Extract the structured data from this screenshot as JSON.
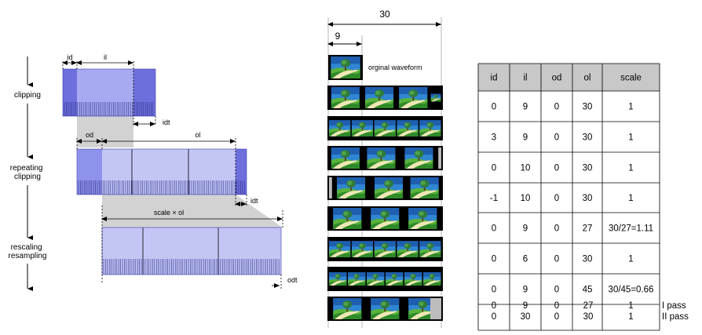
{
  "steps": [
    "clipping",
    "repeating clipping",
    "rescaling resampling"
  ],
  "labels": {
    "id": "id",
    "il": "il",
    "idt_1": "idt",
    "od": "od",
    "ol": "ol",
    "idt_2": "idt",
    "scale_ol": "scale × ol",
    "odt": "odt",
    "width30": "30",
    "width9": "9",
    "orig": "orginal waveform"
  },
  "table": {
    "headers": [
      "id",
      "il",
      "od",
      "ol",
      "scale"
    ],
    "rows": [
      [
        "0",
        "9",
        "0",
        "30",
        "1"
      ],
      [
        "3",
        "9",
        "0",
        "30",
        "1"
      ],
      [
        "0",
        "10",
        "0",
        "30",
        "1"
      ],
      [
        "-1",
        "10",
        "0",
        "30",
        "1"
      ],
      [
        "0",
        "9",
        "0",
        "27",
        "30/27=1.11"
      ],
      [
        "0",
        "6",
        "0",
        "30",
        "1"
      ],
      [
        "0",
        "9",
        "0",
        "45",
        "30/45=0.66"
      ]
    ],
    "last_row": {
      "line1": [
        "0",
        "9",
        "0",
        "27",
        "1"
      ],
      "line2": [
        "0",
        "30",
        "0",
        "30",
        "1"
      ]
    },
    "pass_labels": [
      "I pass",
      "II pass"
    ]
  },
  "colors": {
    "dark_blue": "#6d6fdc",
    "light_blue": "#c3c6f5",
    "blue_body": "#a7aaf0",
    "header_gray": "#c8c8c8",
    "connector_gray": "#d2d2d2"
  }
}
